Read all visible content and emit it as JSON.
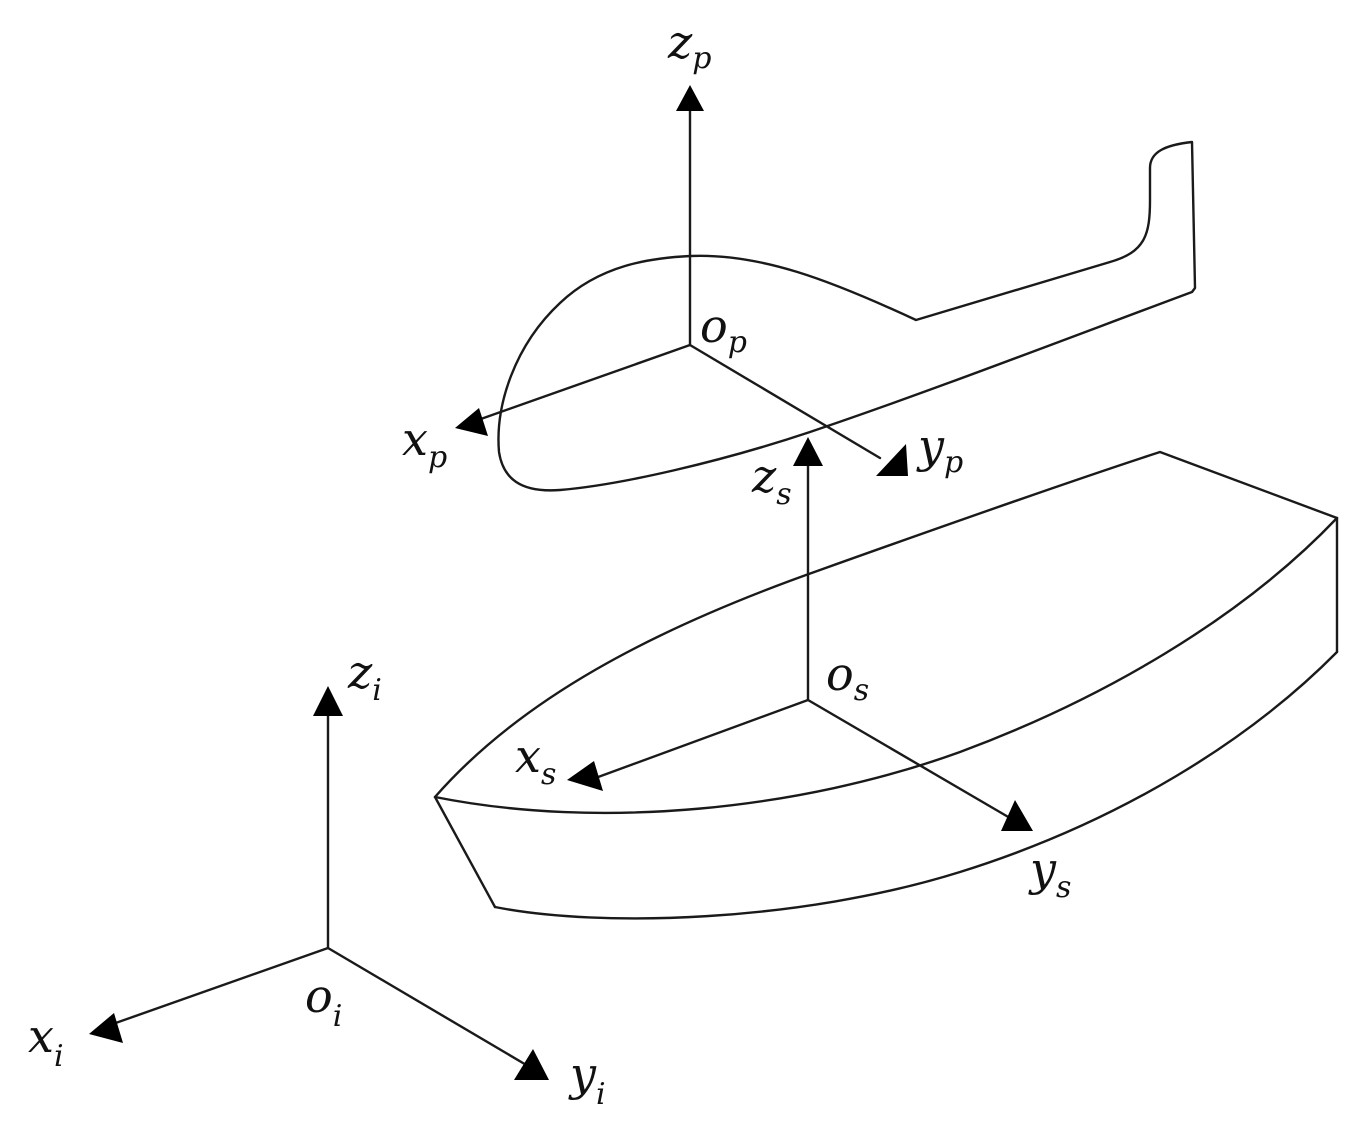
{
  "frames": {
    "helicopter": {
      "origin": {
        "base": "o",
        "sub": "p"
      },
      "x": {
        "base": "x",
        "sub": "p"
      },
      "y": {
        "base": "y",
        "sub": "p"
      },
      "z": {
        "base": "z",
        "sub": "p"
      }
    },
    "ship": {
      "origin": {
        "base": "o",
        "sub": "s"
      },
      "x": {
        "base": "x",
        "sub": "s"
      },
      "y": {
        "base": "y",
        "sub": "s"
      },
      "z": {
        "base": "z",
        "sub": "s"
      }
    },
    "inertial": {
      "origin": {
        "base": "o",
        "sub": "i"
      },
      "x": {
        "base": "x",
        "sub": "i"
      },
      "y": {
        "base": "y",
        "sub": "i"
      },
      "z": {
        "base": "z",
        "sub": "i"
      }
    }
  },
  "colors": {
    "stroke": "#1a1a1a",
    "arrow": "#000000",
    "background": "#ffffff"
  }
}
